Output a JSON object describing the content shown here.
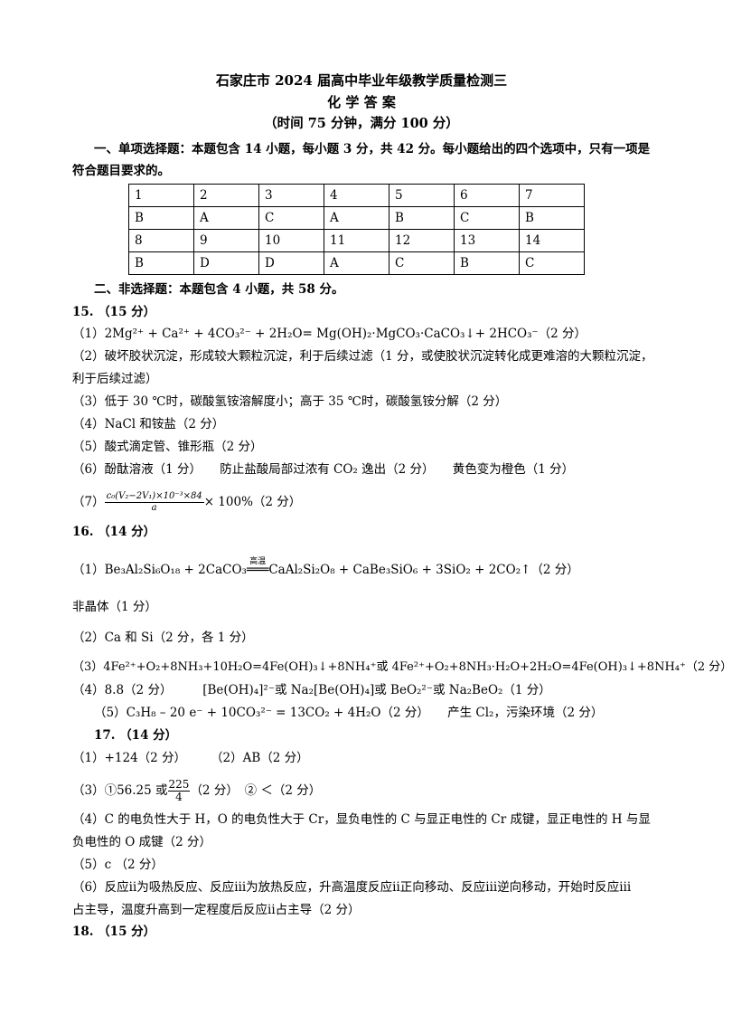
{
  "header": {
    "title": "石家庄市 2024 届高中毕业年级教学质量检测三",
    "subtitle": "化 学 答 案",
    "time_note": "（时间 75 分钟，满分 100 分）"
  },
  "section1": {
    "intro_line1": "一、单项选择题：本题包含 14 小题，每小题 3 分，共 42 分。每小题给出的四个选项中，只有一项是",
    "intro_line2": "符合题目要求的。",
    "table": [
      [
        "1",
        "2",
        "3",
        "4",
        "5",
        "6",
        "7"
      ],
      [
        "B",
        "A",
        "C",
        "A",
        "B",
        "C",
        "B"
      ],
      [
        "8",
        "9",
        "10",
        "11",
        "12",
        "13",
        "14"
      ],
      [
        "B",
        "D",
        "D",
        "A",
        "C",
        "B",
        "C"
      ]
    ]
  },
  "section2": {
    "intro": "二、非选择题：本题包含 4 小题，共 58 分。"
  },
  "q15": {
    "heading": "15. （15 分）",
    "a1": "（1）2Mg²⁺ + Ca²⁺ + 4CO₃²⁻ + 2H₂O= Mg(OH)₂·MgCO₃·CaCO₃↓+ 2HCO₃⁻（2 分）",
    "a2_line1": "（2）破坏胶状沉淀，形成较大颗粒沉淀，利于后续过滤（1 分，或使胶状沉淀转化成更难溶的大颗粒沉淀，",
    "a2_line2": "利于后续过滤）",
    "a3": "（3）低于 30 ℃时，碳酸氢铵溶解度小；高于 35 ℃时，碳酸氢铵分解（2 分）",
    "a4": "（4）NaCl 和铵盐（2 分）",
    "a5": "（5）酸式滴定管、锥形瓶（2 分）",
    "a6": "（6）酚酞溶液（1 分）　　防止盐酸局部过浓有 CO₂ 逸出（2 分）　　黄色变为橙色（1 分）",
    "a7_prefix": "（7）",
    "a7_num": "c₀(V₂−2V₁)×10⁻³×84",
    "a7_den": "a",
    "a7_suffix": "× 100%（2 分）"
  },
  "q16": {
    "heading": "16. （14 分）",
    "a1_left": "（1）Be₃Al₂Si₆O₁₈ + 2CaCO₃",
    "a1_cond": "高温",
    "a1_right": "CaAl₂Si₂O₈ + CaBe₃SiO₆ + 3SiO₂ + 2CO₂↑（2 分）",
    "a1b": "非晶体（1 分）",
    "a2": "（2）Ca 和 Si（2 分，各 1 分）",
    "a3": "（3）4Fe²⁺+O₂+8NH₃+10H₂O=4Fe(OH)₃↓+8NH₄⁺或 4Fe²⁺+O₂+8NH₃·H₂O+2H₂O=4Fe(OH)₃↓+8NH₄⁺（2 分）",
    "a4": "（4）8.8（2 分）　　　[Be(OH)₄]²⁻或 Na₂[Be(OH)₄]或 BeO₂²⁻或 Na₂BeO₂（1 分）",
    "a5": "（5）C₃H₈ – 20 e⁻ + 10CO₃²⁻ = 13CO₂ + 4H₂O（2 分）　　产生 Cl₂，污染环境（2 分）"
  },
  "q17": {
    "heading": "17. （14 分）",
    "a1": "（1）+124（2 分）　　　（2）AB（2 分）",
    "a3_prefix": "（3）①56.25 或",
    "a3_num": "225",
    "a3_den": "4",
    "a3_suffix": "（2 分）　② ＜（2 分）",
    "a4_line1": "（4）C 的电负性大于 H，O 的电负性大于 Cr，显负电性的 C 与显正电性的 Cr 成键，显正电性的 H 与显",
    "a4_line2": "负电性的 O 成键（2 分）",
    "a5": "（5）c （2 分）",
    "a6_line1": "（6）反应ⅱ为吸热反应、反应ⅲ为放热反应，升高温度反应ⅱ正向移动、反应ⅲ逆向移动，开始时反应ⅲ",
    "a6_line2": "占主导，温度升高到一定程度后反应ⅱ占主导（2 分）"
  },
  "q18": {
    "heading": "18. （15 分）"
  }
}
